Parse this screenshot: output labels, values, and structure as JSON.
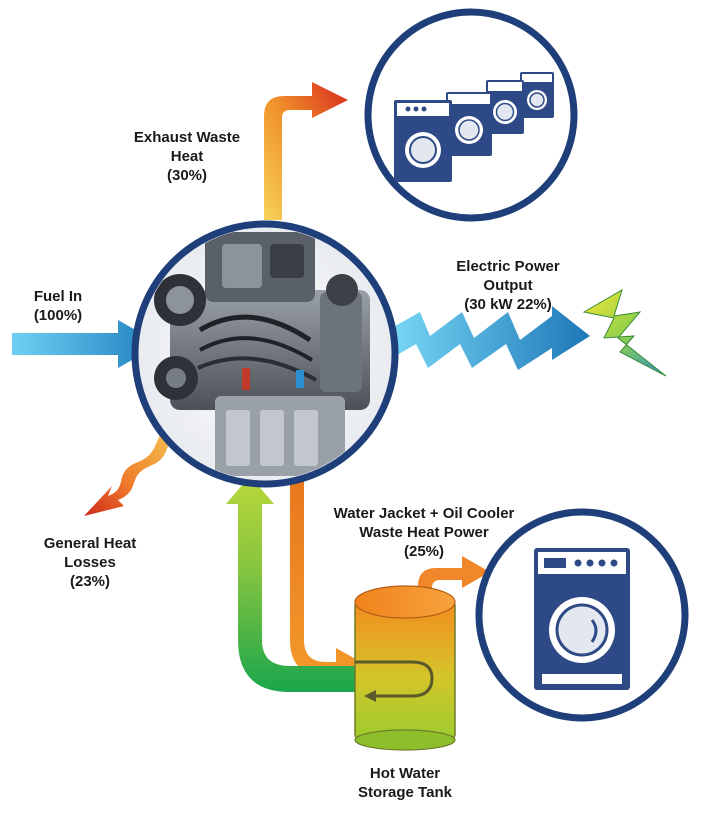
{
  "labels": {
    "fuel_in": {
      "line1": "Fuel In",
      "line2": "(100%)"
    },
    "exhaust": {
      "line1": "Exhaust Waste",
      "line2": "Heat",
      "line3": "(30%)"
    },
    "electric": {
      "line1": "Electric Power",
      "line2": "Output",
      "line3": "(30 kW 22%)"
    },
    "general_heat": {
      "line1": "General Heat",
      "line2": "Losses",
      "line3": "(23%)"
    },
    "water_jacket": {
      "line1": "Water Jacket + Oil Cooler",
      "line2": "Waste Heat Power",
      "line3": "(25%)"
    },
    "tank": {
      "line1": "Hot Water",
      "line2": "Storage Tank"
    }
  },
  "icons": {
    "engine": "engine-icon",
    "washers": "washing-machine-icon",
    "lightning": "lightning-bolt-icon",
    "tank": "water-tank-icon"
  },
  "colors": {
    "circle_border": "#1f3f7a",
    "machine_body": "#2d4a86",
    "fuel_arrow": "#2e9fd6",
    "electric_arrow": "#2a8fd0",
    "exhaust_bottom": "#f1c24c",
    "exhaust_top": "#d7281e",
    "tank_top": "#f58a1f",
    "tank_bottom": "#9ccc2e",
    "return_green": "#1aa64b"
  }
}
